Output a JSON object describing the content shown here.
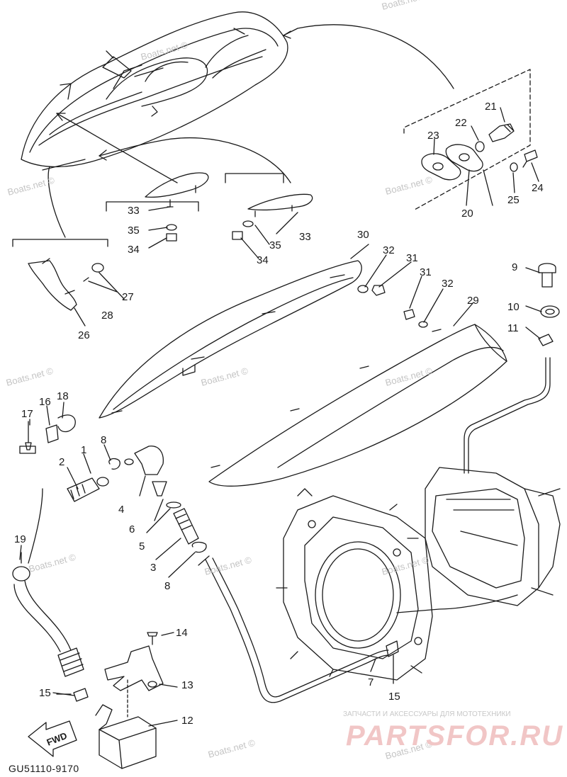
{
  "diagram": {
    "code": "GU51110-9170",
    "fwd_label": "FWD",
    "watermark_text": "Boats.net ©",
    "brand_tagline": "ЗАПЧАСТИ И АКСЕССУАРЫ ДЛЯ МОТОТЕХНИКИ",
    "brand_logo": "PARTSFOR.RU"
  },
  "labels": {
    "l1": "1",
    "l2": "2",
    "l3": "3",
    "l4": "4",
    "l5": "5",
    "l6": "6",
    "l7": "7",
    "l8a": "8",
    "l8b": "8",
    "l9": "9",
    "l10": "10",
    "l11": "11",
    "l12": "12",
    "l13": "13",
    "l14": "14",
    "l15a": "15",
    "l15b": "15",
    "l16": "16",
    "l17": "17",
    "l18": "18",
    "l19": "19",
    "l20": "20",
    "l21": "21",
    "l22": "22",
    "l23": "23",
    "l24": "24",
    "l25": "25",
    "l26": "26",
    "l27": "27",
    "l28": "28",
    "l29": "29",
    "l30": "30",
    "l31a": "31",
    "l31b": "31",
    "l32a": "32",
    "l32b": "32",
    "l33a": "33",
    "l33b": "33",
    "l34a": "34",
    "l34b": "34",
    "l35a": "35",
    "l35b": "35"
  }
}
